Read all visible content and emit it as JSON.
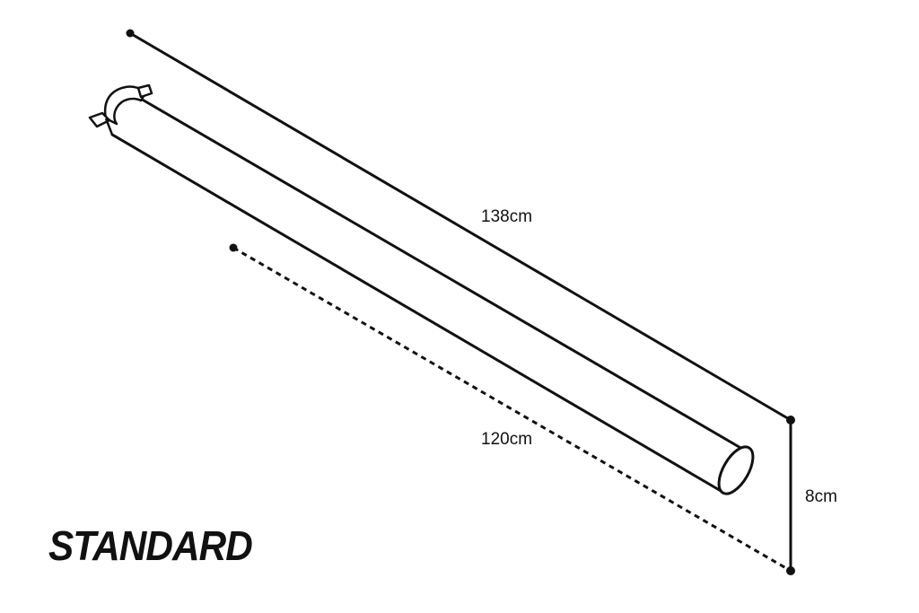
{
  "diagram": {
    "variant_title": "STANDARD",
    "dimensions": {
      "overall_length": "138cm",
      "tube_length": "120cm",
      "diameter": "8cm"
    },
    "colors": {
      "line": "#111111",
      "background": "#ffffff"
    }
  }
}
